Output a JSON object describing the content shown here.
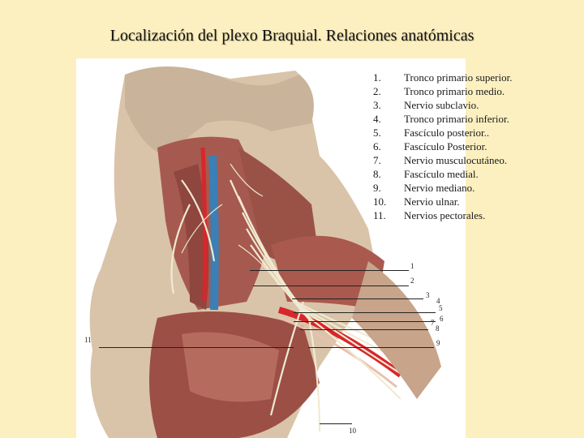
{
  "title": "Localización del plexo Braquial. Relaciones anatómicas",
  "legend": [
    {
      "num": "1.",
      "text": "Tronco primario superior."
    },
    {
      "num": "2.",
      "text": "Tronco primario medio."
    },
    {
      "num": "3.",
      "text": "Nervio subclavio."
    },
    {
      "num": "4.",
      "text": "Tronco primario inferior."
    },
    {
      "num": "5.",
      "text": "Fascículo posterior.."
    },
    {
      "num": "6.",
      "text": "Fascículo Posterior."
    },
    {
      "num": "7.",
      "text": "Nervio musculocutáneo."
    },
    {
      "num": "8.",
      "text": "Fascículo medial."
    },
    {
      "num": "9.",
      "text": "Nervio mediano."
    },
    {
      "num": "10.",
      "text": "Nervio ulnar."
    },
    {
      "num": "11.",
      "text": "Nervios pectorales."
    }
  ],
  "callouts": [
    "1",
    "2",
    "3",
    "4",
    "5",
    "6",
    "7",
    "8",
    "9",
    "10",
    "11"
  ],
  "colors": {
    "background": "#fdf0c0",
    "muscle": "#a0504a",
    "artery": "#d9262b",
    "vein": "#3a7fb6",
    "nerve": "#f1ead2",
    "skin": "#d8c2a8"
  }
}
